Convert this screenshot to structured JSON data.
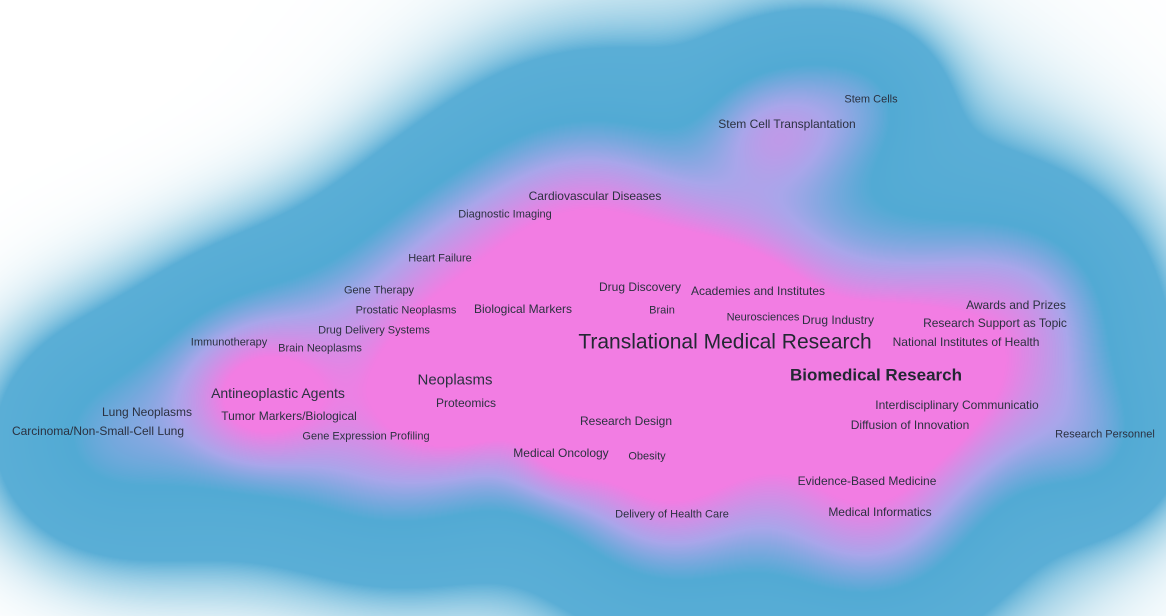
{
  "map": {
    "palette": {
      "background": "#ffffff",
      "low_density": "#5aaed6",
      "mid_density": "#a9a6ea",
      "high_density": "#f27de3",
      "label": "#2b3140"
    },
    "terms": [
      {
        "id": "stem-cells",
        "label": "Stem Cells",
        "cluster": "cell-therapy"
      },
      {
        "id": "stem-cell-transplantation",
        "label": "Stem Cell Transplantation",
        "cluster": "cell-therapy"
      },
      {
        "id": "cardiovascular-diseases",
        "label": "Cardiovascular Diseases",
        "cluster": "clinical"
      },
      {
        "id": "diagnostic-imaging",
        "label": "Diagnostic Imaging",
        "cluster": "clinical"
      },
      {
        "id": "heart-failure",
        "label": "Heart Failure",
        "cluster": "clinical"
      },
      {
        "id": "gene-therapy",
        "label": "Gene Therapy",
        "cluster": "oncology"
      },
      {
        "id": "prostatic-neoplasms",
        "label": "Prostatic Neoplasms",
        "cluster": "oncology"
      },
      {
        "id": "drug-delivery-systems",
        "label": "Drug Delivery Systems",
        "cluster": "oncology"
      },
      {
        "id": "immunotherapy",
        "label": "Immunotherapy",
        "cluster": "oncology"
      },
      {
        "id": "brain-neoplasms",
        "label": "Brain Neoplasms",
        "cluster": "oncology"
      },
      {
        "id": "biological-markers",
        "label": "Biological Markers",
        "cluster": "clinical"
      },
      {
        "id": "drug-discovery",
        "label": "Drug Discovery",
        "cluster": "translational"
      },
      {
        "id": "brain",
        "label": "Brain",
        "cluster": "translational"
      },
      {
        "id": "academies-and-institutes",
        "label": "Academies and Institutes",
        "cluster": "translational"
      },
      {
        "id": "neurosciences",
        "label": "Neurosciences",
        "cluster": "translational"
      },
      {
        "id": "drug-industry",
        "label": "Drug Industry",
        "cluster": "translational"
      },
      {
        "id": "translational-medical-research",
        "label": "Translational Medical Research",
        "cluster": "translational"
      },
      {
        "id": "awards-and-prizes",
        "label": "Awards and Prizes",
        "cluster": "policy"
      },
      {
        "id": "research-support-as-topic",
        "label": "Research Support as Topic",
        "cluster": "policy"
      },
      {
        "id": "national-institutes-of-health",
        "label": "National Institutes of Health",
        "cluster": "policy"
      },
      {
        "id": "antineoplastic-agents",
        "label": "Antineoplastic Agents",
        "cluster": "oncology"
      },
      {
        "id": "neoplasms",
        "label": "Neoplasms",
        "cluster": "oncology"
      },
      {
        "id": "biomedical-research",
        "label": "Biomedical Research",
        "cluster": "policy"
      },
      {
        "id": "lung-neoplasms",
        "label": "Lung Neoplasms",
        "cluster": "oncology"
      },
      {
        "id": "tumor-markers-biological",
        "label": "Tumor Markers/Biological",
        "cluster": "oncology"
      },
      {
        "id": "proteomics",
        "label": "Proteomics",
        "cluster": "oncology"
      },
      {
        "id": "interdisciplinary-communication",
        "label": "Interdisciplinary Communicatio",
        "cluster": "policy"
      },
      {
        "id": "carcinoma-nsclc",
        "label": "Carcinoma/Non-Small-Cell Lung",
        "cluster": "oncology"
      },
      {
        "id": "research-design",
        "label": "Research Design",
        "cluster": "clinical"
      },
      {
        "id": "diffusion-of-innovation",
        "label": "Diffusion of Innovation",
        "cluster": "policy"
      },
      {
        "id": "research-personnel",
        "label": "Research Personnel",
        "cluster": "policy"
      },
      {
        "id": "gene-expression-profiling",
        "label": "Gene Expression Profiling",
        "cluster": "oncology"
      },
      {
        "id": "medical-oncology",
        "label": "Medical Oncology",
        "cluster": "oncology"
      },
      {
        "id": "obesity",
        "label": "Obesity",
        "cluster": "clinical"
      },
      {
        "id": "evidence-based-medicine",
        "label": "Evidence-Based Medicine",
        "cluster": "policy"
      },
      {
        "id": "delivery-of-health-care",
        "label": "Delivery of Health Care",
        "cluster": "clinical"
      },
      {
        "id": "medical-informatics",
        "label": "Medical Informatics",
        "cluster": "policy"
      }
    ]
  }
}
